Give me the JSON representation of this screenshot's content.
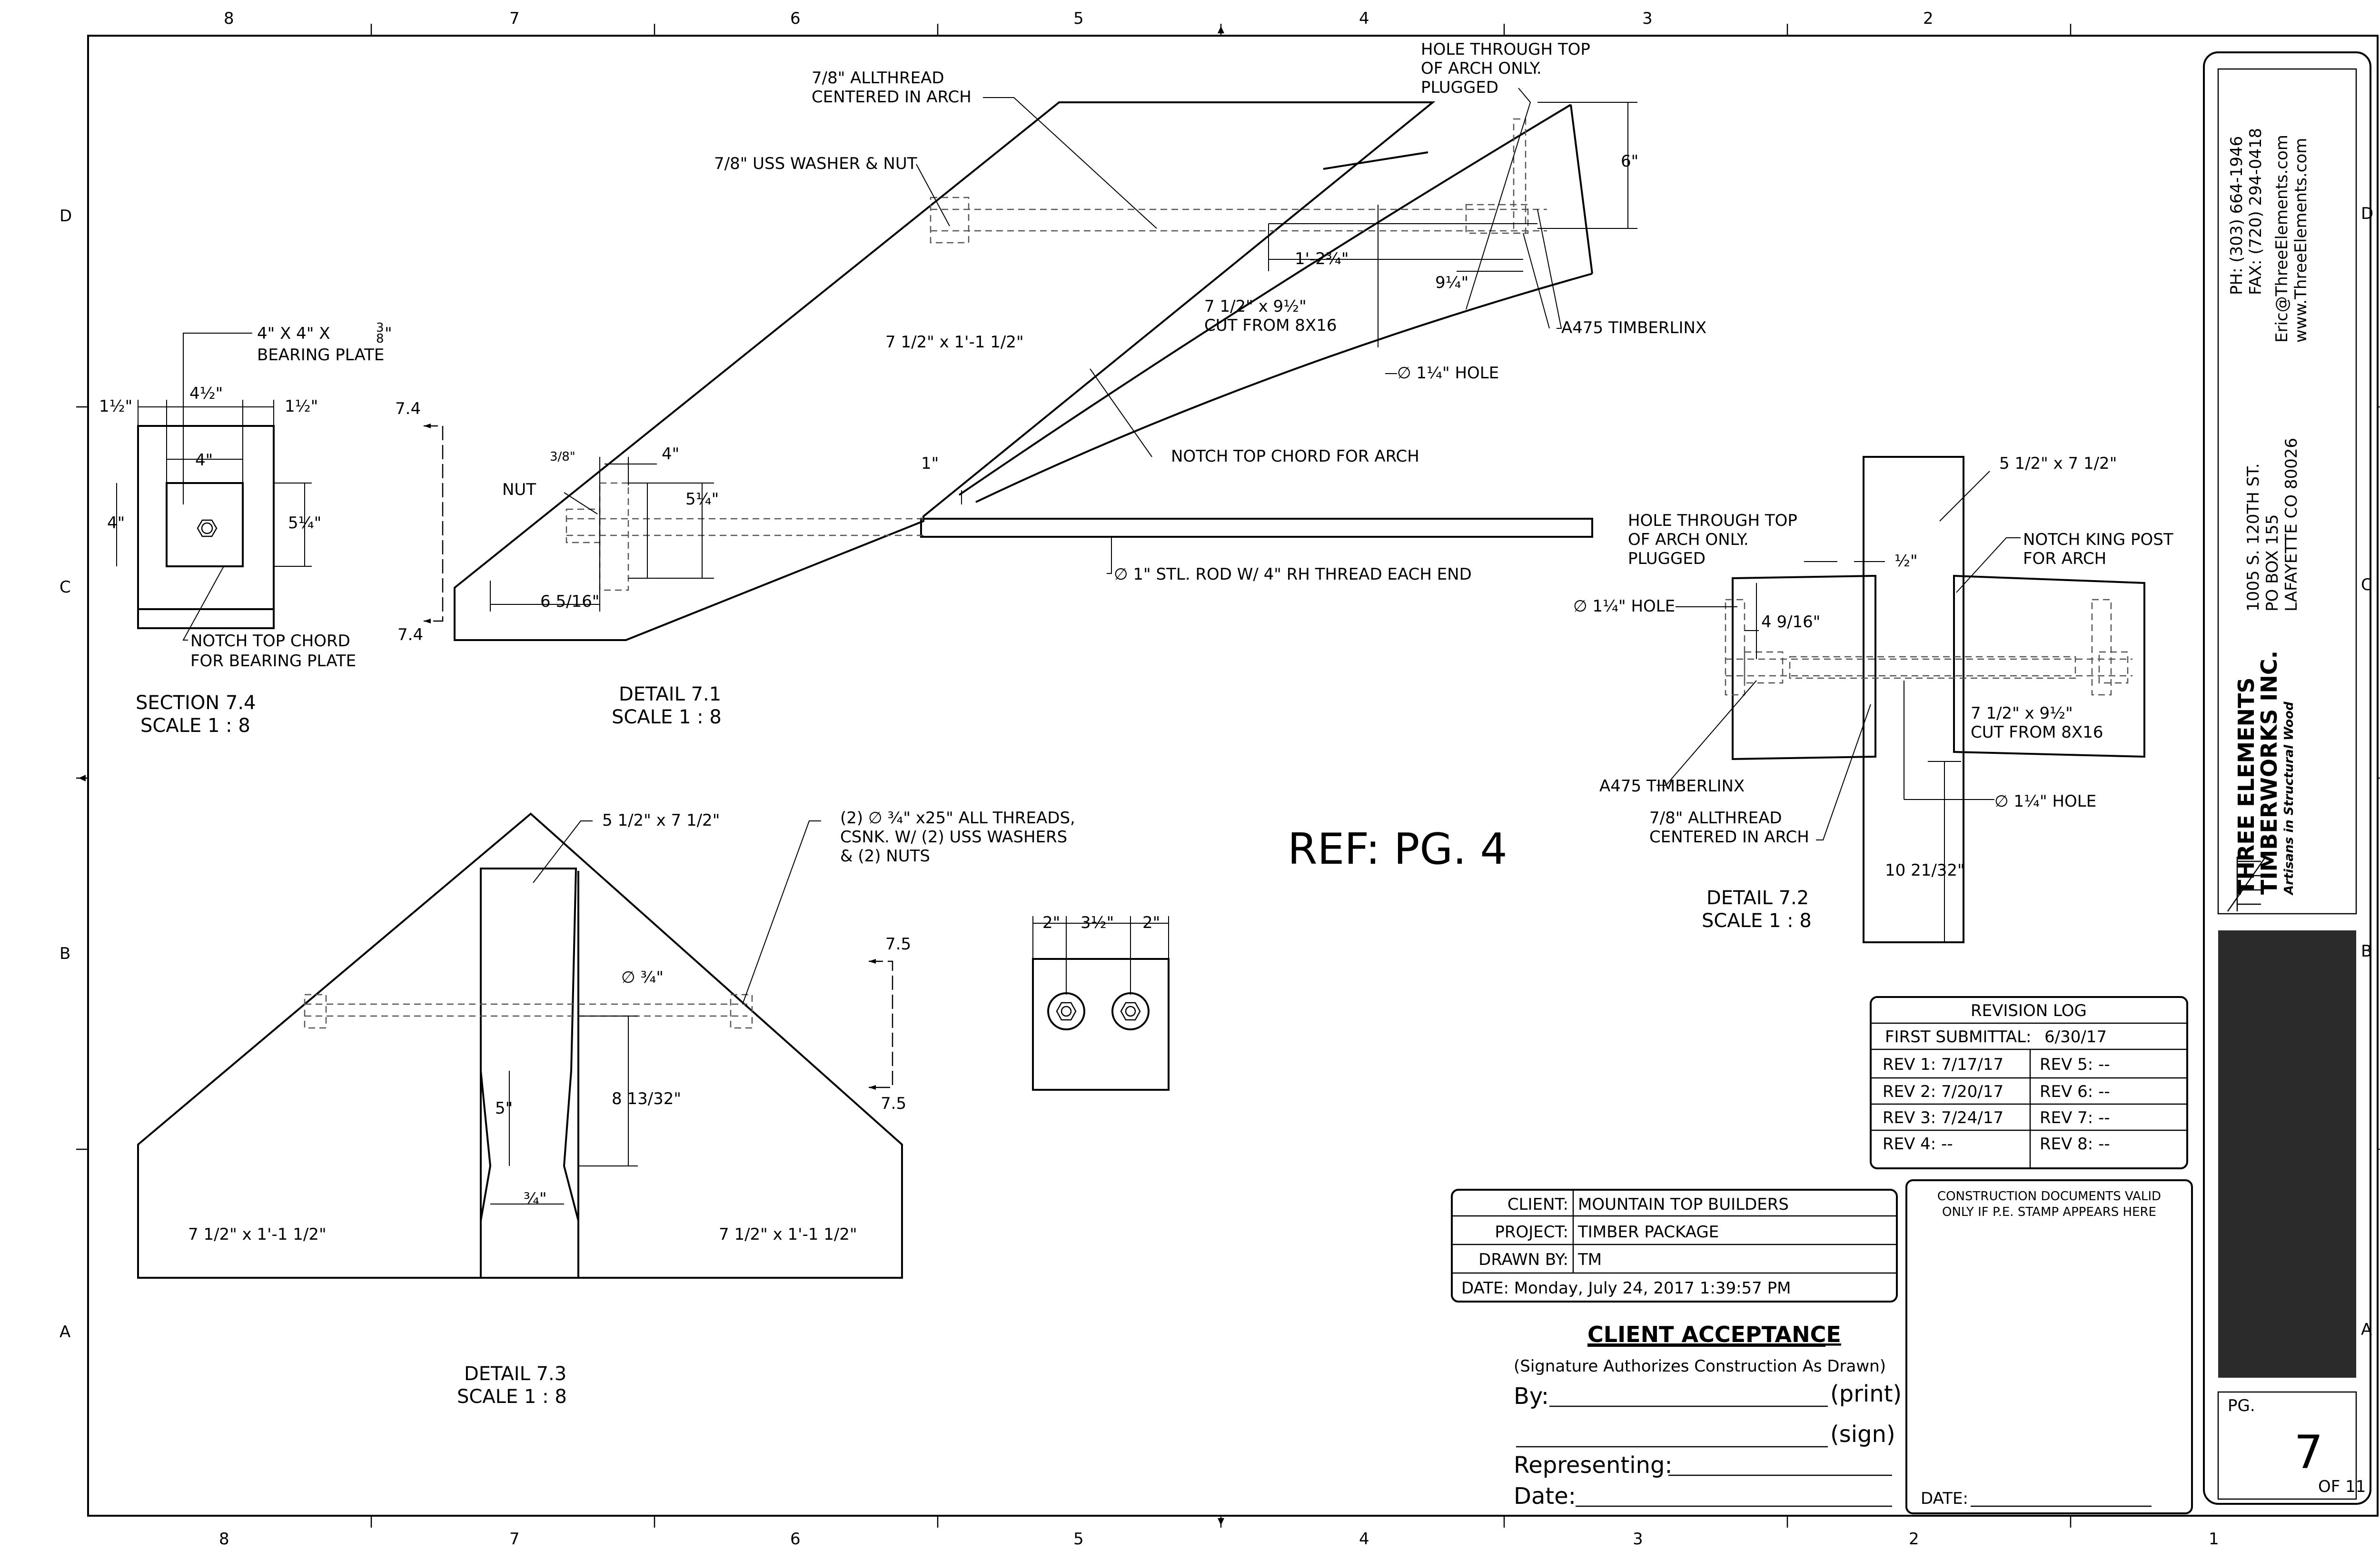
{
  "border": {
    "columns_top": [
      "8",
      "7",
      "6",
      "5",
      "4",
      "3",
      "2"
    ],
    "columns_bottom": [
      "8",
      "7",
      "6",
      "5",
      "4",
      "3",
      "2",
      "1"
    ],
    "rows_left": [
      "D",
      "C",
      "B",
      "A"
    ],
    "rows_right": [
      "D",
      "C",
      "B",
      "A"
    ]
  },
  "section_7_4": {
    "plate_label_1": "4\" X 4\" X",
    "plate_frac_num": "3",
    "plate_frac_den": "8",
    "plate_frac_tail": "\"",
    "plate_label_2": "BEARING PLATE",
    "dim_left": "1½\"",
    "dim_mid": "4½\"",
    "dim_right": "1½\"",
    "dim_plate_w": "4\"",
    "dim_plate_h": "4\"",
    "dim_side": "5¼\"",
    "notch_label_1": "NOTCH TOP CHORD",
    "notch_label_2": "FOR BEARING PLATE",
    "title": "SECTION 7.4",
    "scale": "SCALE 1 : 8"
  },
  "detail_7_1": {
    "allthread_1": "7/8\" ALLTHREAD",
    "allthread_2": "CENTERED IN ARCH",
    "washer": "7/8\" USS WASHER & NUT",
    "hole_1": "HOLE THROUGH TOP",
    "hole_2": "OF ARCH ONLY.",
    "hole_3": "PLUGGED",
    "dim_6": "6\"",
    "dim_1_2_3_4": "1'-2¾\"",
    "dim_9_1_4": "9¼\"",
    "timberlinx": "A475 TIMBERLINX",
    "member_1": "7 1/2\" x 1'-1 1/2\"",
    "member_2a": "7 1/2\" x  9½\"",
    "member_2b": "CUT FROM 8X16",
    "hole_dia": "∅ 1¼\" HOLE",
    "notch_arch": "NOTCH TOP CHORD FOR ARCH",
    "dim_3_8": "3/8\"",
    "dim_4": "4\"",
    "nut": "NUT",
    "dim_5_1_4": "5¼\"",
    "dim_1": "1\"",
    "rod": "∅ 1\" STL. ROD W/ 4\" RH THREAD EACH END",
    "dim_6_5_16": "6 5/16\"",
    "sec_mark_top": "7.4",
    "sec_mark_bot": "7.4",
    "title": "DETAIL 7.1",
    "scale": "SCALE 1 : 8"
  },
  "detail_7_2": {
    "post_size": "5 1/2\" x 7 1/2\"",
    "hole_1": "HOLE THROUGH TOP",
    "hole_2": "OF ARCH ONLY.",
    "hole_3": "PLUGGED",
    "notch_1": "NOTCH KING POST",
    "notch_2": "FOR ARCH",
    "dim_half": "½\"",
    "hole_dia": "∅ 1¼\" HOLE",
    "dim_4_9_16": "4 9/16\"",
    "member_a": "7 1/2\" x  9½\"",
    "member_b": "CUT FROM 8X16",
    "timberlinx": "A475 TIMBERLINX",
    "allthread_1": "7/8\" ALLTHREAD",
    "allthread_2": "CENTERED IN ARCH",
    "hole_dia_2": "∅ 1¼\" HOLE",
    "dim_10": "10 21/32\"",
    "title": "DETAIL 7.2",
    "scale": "SCALE 1 : 8"
  },
  "ref": "REF: PG. 4",
  "detail_7_3": {
    "post_size": "5 1/2\" x 7 1/2\"",
    "allthreads_1": "(2) ∅ ¾\" x25\" ALL THREADS,",
    "allthreads_2": "CSNK. W/ (2) USS WASHERS",
    "allthreads_3": "& (2) NUTS",
    "dia": "∅ ¾\"",
    "dim_5": "5\"",
    "dim_8": "8 13/32\"",
    "dim_3_4": "¾\"",
    "member_left": "7 1/2\" x 1'-1 1/2\"",
    "member_right": "7 1/2\" x 1'-1 1/2\"",
    "sec_mark_top": "7.5",
    "sec_mark_bot": "7.5",
    "title": "DETAIL 7.3",
    "scale": "SCALE 1 : 8"
  },
  "section_7_5": {
    "dim_2a": "2\"",
    "dim_mid": "3½\"",
    "dim_2b": "2\""
  },
  "revision_log": {
    "title": "REVISION LOG",
    "first": "FIRST SUBMITTAL:",
    "first_date": "6/30/17",
    "rows": [
      {
        "left": "REV 1:  7/17/17",
        "right": "REV 5:  --"
      },
      {
        "left": "REV 2:  7/20/17",
        "right": "REV 6:  --"
      },
      {
        "left": "REV 3:  7/24/17",
        "right": "REV 7:  --"
      },
      {
        "left": "REV 4:  --",
        "right": "REV 8:  --"
      }
    ]
  },
  "title_block": {
    "client_label": "CLIENT:",
    "client": "MOUNTAIN TOP BUILDERS",
    "project_label": "PROJECT:",
    "project": "TIMBER PACKAGE",
    "drawn_label": "DRAWN BY:",
    "drawn": "TM",
    "date_line": "DATE: Monday, July 24, 2017 1:39:57 PM"
  },
  "acceptance": {
    "title": "CLIENT ACCEPTANCE",
    "subtitle": "(Signature Authorizes Construction As Drawn)",
    "by": "By:",
    "print": "(print)",
    "sign": "(sign)",
    "representing": "Representing:",
    "date": "Date:"
  },
  "stamp": {
    "line1": "CONSTRUCTION DOCUMENTS VALID",
    "line2": "ONLY IF P.E. STAMP APPEARS HERE",
    "date": "DATE:"
  },
  "company": {
    "phone": "PH: (303) 664-1946",
    "fax": "FAX: (720) 294-0418",
    "email": "Eric@ThreeElements.com",
    "web": "www.ThreeElements.com",
    "street": "1005 S. 120TH ST.",
    "pobox": "PO BOX 155",
    "city": "LAFAYETTE CO 80026",
    "name_1": "THREE ELEMENTS",
    "name_2": "TIMBERWORKS INC.",
    "tagline": "Artisans in Structural Wood"
  },
  "page": {
    "label": "PG.",
    "number": "7",
    "of": "OF 11"
  }
}
